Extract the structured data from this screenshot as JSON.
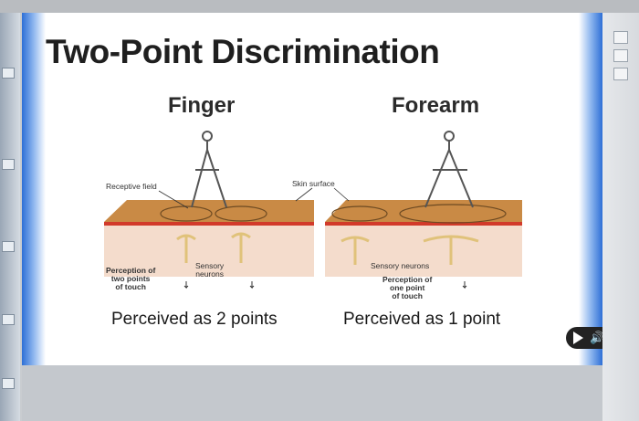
{
  "slide": {
    "title": "Two-Point Discrimination",
    "finger": {
      "heading": "Finger",
      "receptive_field_label": "Receptive field",
      "sensory_label": "Sensory\nneurons",
      "perception_label": "Perception of\ntwo points\nof touch",
      "caption": "Perceived as 2 points"
    },
    "forearm": {
      "heading": "Forearm",
      "sensory_label": "Sensory neurons",
      "perception_label": "Perception of\none point\nof touch",
      "caption": "Perceived as 1 point"
    },
    "skin_surface_label": "Skin surface"
  },
  "player": {
    "play_icon": "play-icon",
    "volume_icon": "volume-icon"
  },
  "colors": {
    "title": "#1f1f1f",
    "accent": "#2e6fd6",
    "skin": "#c98a45",
    "player_bg": "#222222"
  }
}
